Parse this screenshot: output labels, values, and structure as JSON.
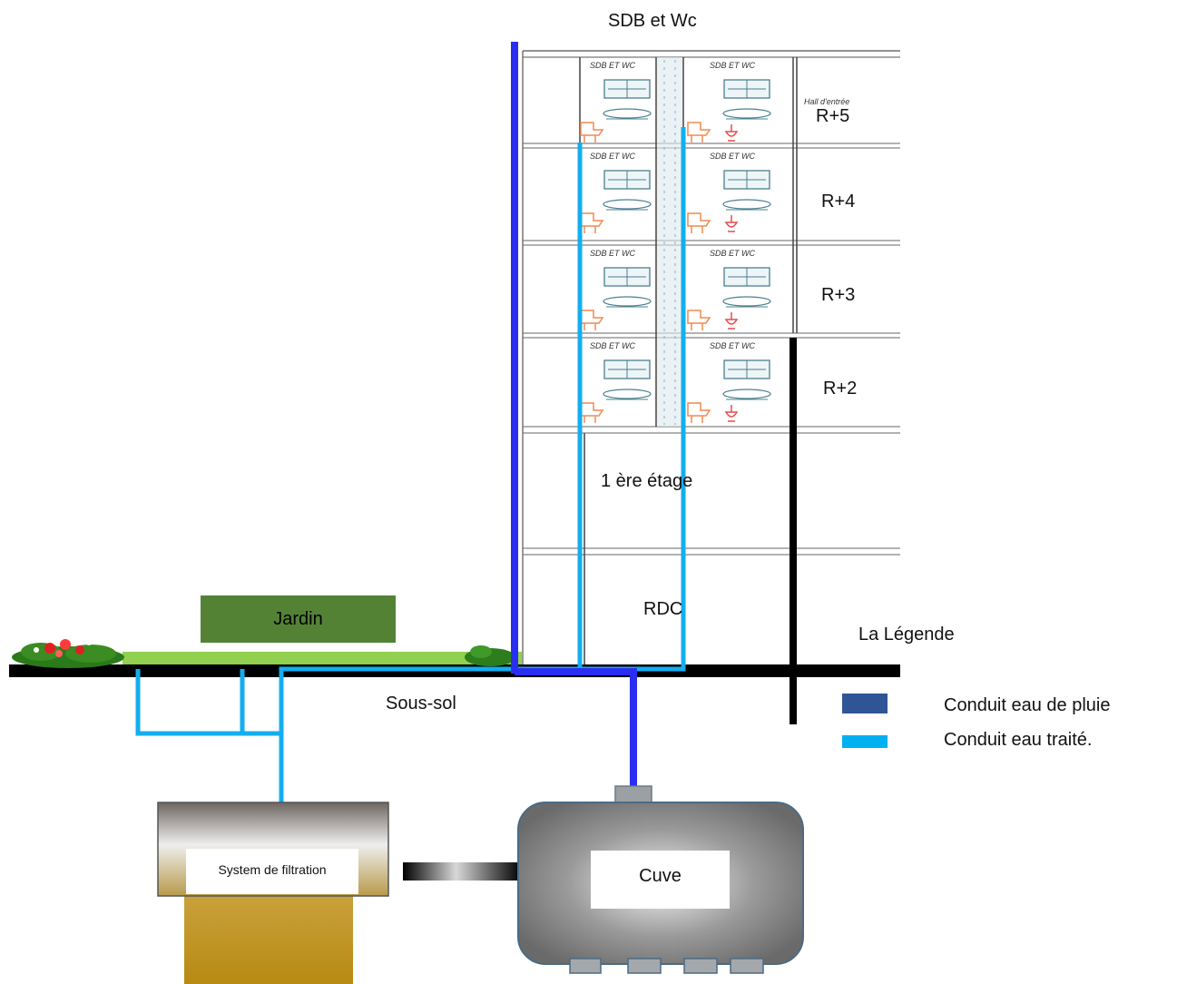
{
  "title": "SDB et Wc",
  "floors": [
    "R+5",
    "R+4",
    "R+3",
    "R+2",
    "1 ère étage",
    "RDC"
  ],
  "room_caption": "SDB ET WC",
  "hall_caption": "Hall d'entrée",
  "garden_label": "Jardin",
  "basement_label": "Sous-sol",
  "filter_label": "System de filtration",
  "tank_label": "Cuve",
  "legend": {
    "title": "La Légende",
    "items": [
      {
        "label": "Conduit eau de pluie",
        "color": "#2f5597"
      },
      {
        "label": "Conduit eau traité.",
        "color": "#00b0f0"
      }
    ]
  },
  "colors": {
    "rain_pipe": "#2a2ef0",
    "treated_pipe": "#12aef0",
    "garden": "#548235",
    "grass": "#92d050",
    "ground": "#000000"
  }
}
